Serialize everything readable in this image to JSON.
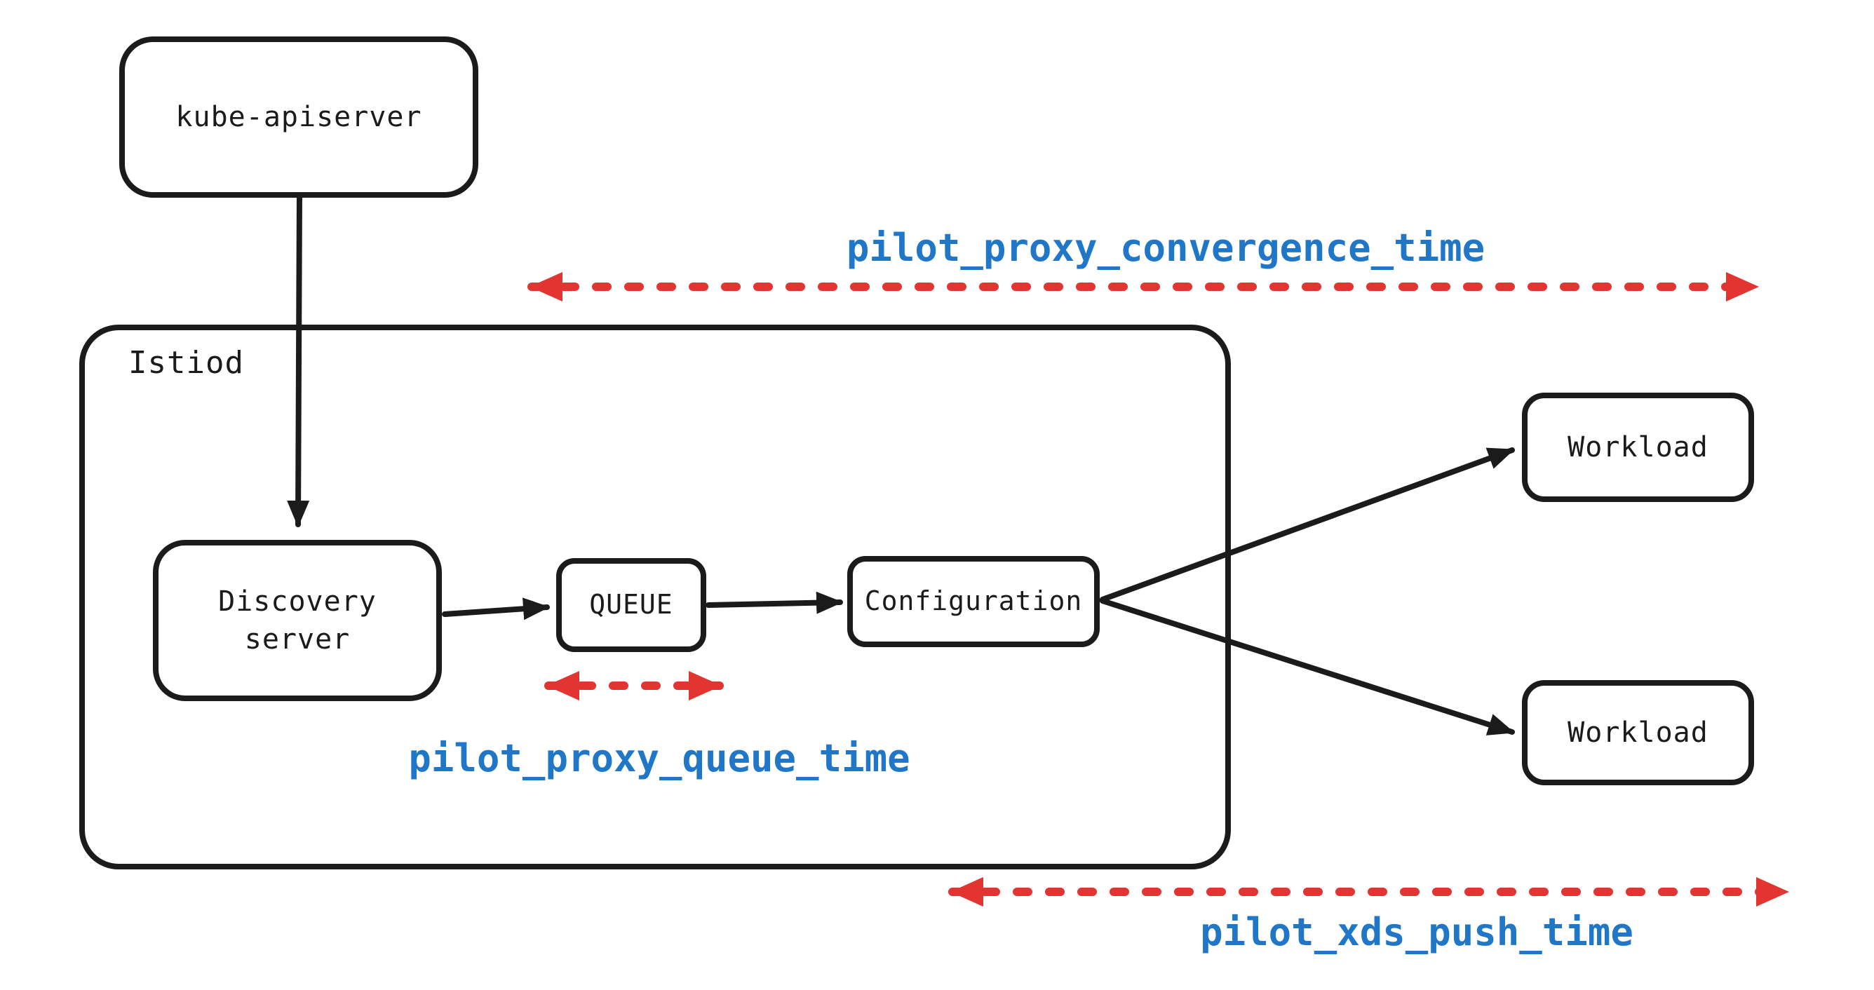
{
  "diagram": {
    "nodes": {
      "kube_apiserver": {
        "label": "kube-apiserver"
      },
      "istiod": {
        "label": "Istiod"
      },
      "discovery_server": {
        "label": "Discovery server"
      },
      "queue": {
        "label": "QUEUE"
      },
      "configuration": {
        "label": "Configuration"
      },
      "workload_top": {
        "label": "Workload"
      },
      "workload_bottom": {
        "label": "Workload"
      }
    },
    "metric_labels": {
      "proxy_convergence": "pilot_proxy_convergence_time",
      "proxy_queue": "pilot_proxy_queue_time",
      "xds_push": "pilot_xds_push_time"
    },
    "colors": {
      "node_stroke": "#1b1b1b",
      "metric_text": "#2077c8",
      "dashed_arrow": "#e23430",
      "background": "#ffffff"
    }
  }
}
